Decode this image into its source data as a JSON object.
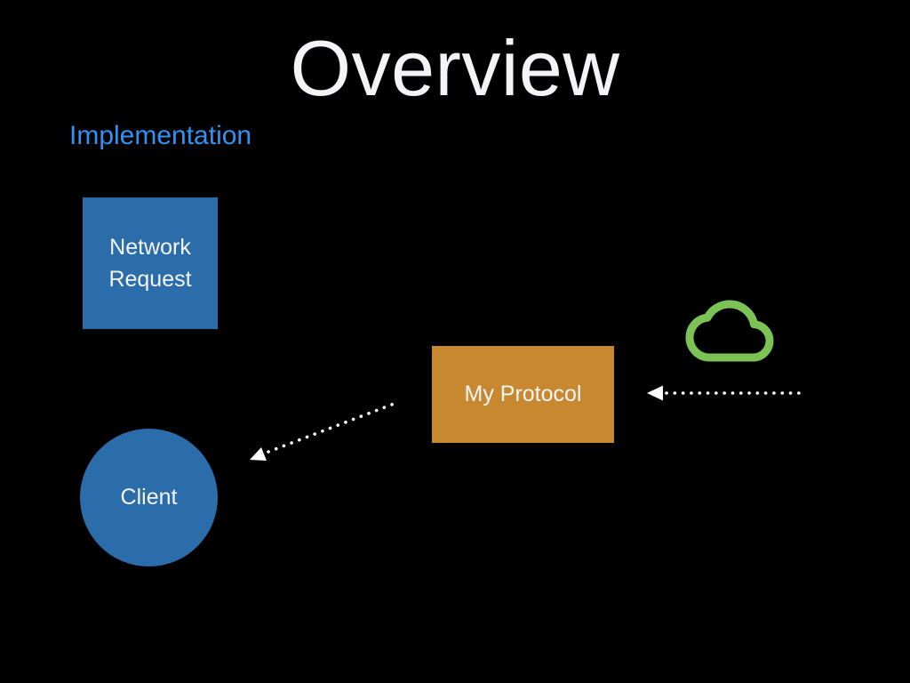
{
  "slide": {
    "title": "Overview",
    "subtitle": "Implementation",
    "background": "#000000",
    "title_color": "#f4f4f6",
    "subtitle_color": "#3093f3"
  },
  "diagram": {
    "network_request": {
      "shape": "square",
      "fill": "#2b6cab",
      "lines": [
        "Network",
        "Request"
      ]
    },
    "my_protocol": {
      "shape": "rectangle",
      "fill": "#c8882f",
      "label": "My Protocol"
    },
    "client": {
      "shape": "circle",
      "fill": "#2b6cab",
      "label": "Client"
    },
    "cloud": {
      "icon": "cloud-icon",
      "color": "#7cc356"
    },
    "connections": [
      {
        "from": "cloud",
        "to": "my-protocol",
        "style": "dotted-arrow",
        "color": "#ffffff"
      },
      {
        "from": "my-protocol",
        "to": "client",
        "style": "dotted-arrow",
        "color": "#ffffff"
      }
    ]
  }
}
